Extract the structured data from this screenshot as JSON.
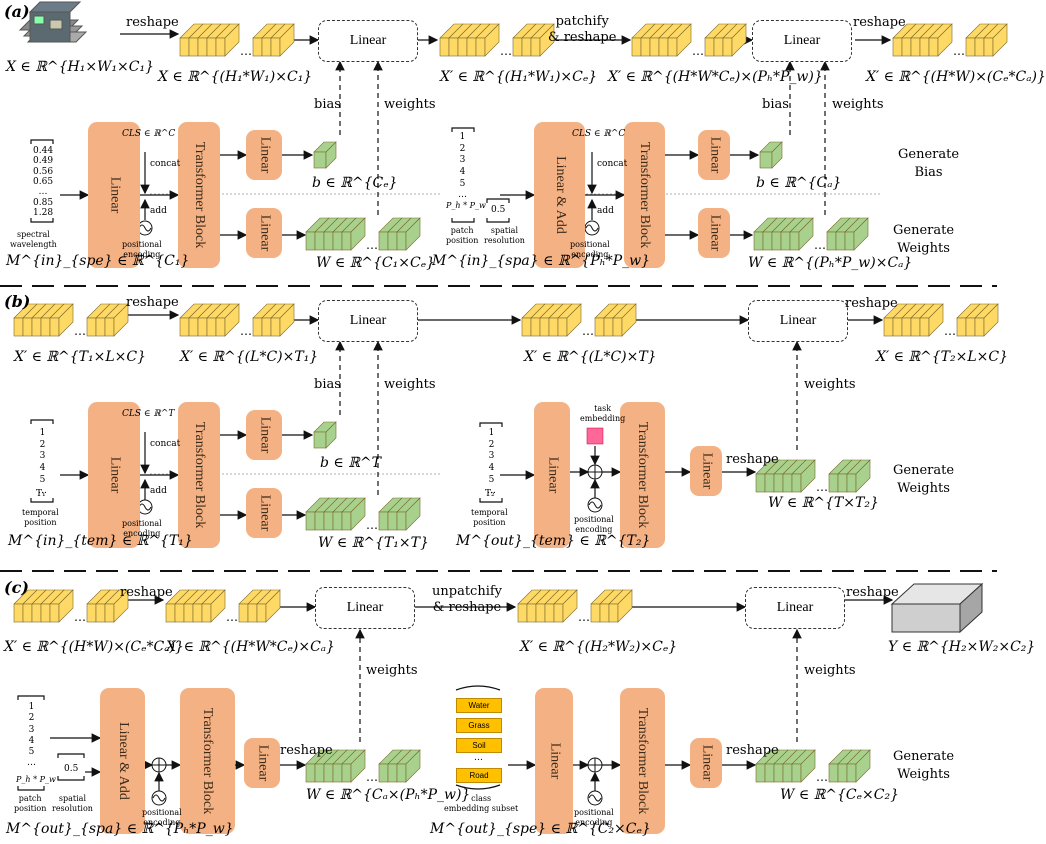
{
  "sections": {
    "a": "(a)",
    "b": "(b)",
    "c": "(c)"
  },
  "blocks": {
    "linear": "Linear",
    "linear_add": "Linear & Add",
    "transformer": "Transformer Block"
  },
  "ops": {
    "reshape": "reshape",
    "patchify": "patchify\n& reshape",
    "unpatchify": "unpatchify\n& reshape",
    "bias": "bias",
    "weights": "weights",
    "concat": "concat",
    "add": "add"
  },
  "gen": {
    "bias": "Generate\nBias",
    "weights": "Generate\nWeights"
  },
  "side": {
    "pos_enc": "positional\nencoding",
    "spectral": "spectral\nwavelength",
    "patch_pos": "patch\nposition",
    "spatial_res": "spatial\nresolution",
    "temporal": "temporal\nposition",
    "task": "task\nembedding",
    "class_sub": "class\nembedding subset"
  },
  "cls_a": "CLS ∈ ℝ^C",
  "cls_b": "CLS ∈ ℝ^T",
  "wave_list": [
    "0.44",
    "0.49",
    "0.56",
    "0.65",
    "…",
    "0.85",
    "1.28"
  ],
  "seq5": [
    "1",
    "2",
    "3",
    "4",
    "5",
    "…"
  ],
  "patch_end": "P_h * P_w",
  "t1": "T₁",
  "t2": "T₂",
  "res": "0.5",
  "classes": [
    "Water",
    "Grass",
    "Soil",
    "…",
    "Road"
  ],
  "math": {
    "a_x1": "X ∈ ℝ^{H₁×W₁×C₁}",
    "a_x2": "X ∈ ℝ^{(H₁*W₁)×C₁}",
    "a_x3": "X′ ∈ ℝ^{(H₁*W₁)×Cₑ}",
    "a_x4": "X′ ∈ ℝ^{(H*W*Cₑ)×(Pₕ*P_w)}",
    "a_x5": "X′ ∈ ℝ^{(H*W)×(Cₑ*Cₐ)}",
    "a_b1": "b ∈ ℝ^{Cₑ}",
    "a_w1": "W ∈ ℝ^{C₁×Cₑ}",
    "a_m1": "M^{in}_{spe} ∈ ℝ^{C₁}",
    "a_b2": "b ∈ ℝ^{Cₐ}",
    "a_w2": "W ∈ ℝ^{(Pₕ*P_w)×Cₐ}",
    "a_m2": "M^{in}_{spa} ∈ ℝ^{Pₕ*P_w}",
    "b_x1": "X′ ∈ ℝ^{T₁×L×C}",
    "b_x2": "X′ ∈ ℝ^{(L*C)×T₁}",
    "b_x3": "X′ ∈ ℝ^{(L*C)×T}",
    "b_x4": "X′ ∈ ℝ^{T₂×L×C}",
    "b_b1": "b ∈ ℝ^T",
    "b_w1": "W ∈ ℝ^{T₁×T}",
    "b_m1": "M^{in}_{tem} ∈ ℝ^{T₁}",
    "b_w2": "W ∈ ℝ^{T×T₂}",
    "b_m2": "M^{out}_{tem} ∈ ℝ^{T₂}",
    "c_x1": "X′ ∈ ℝ^{(H*W)×(Cₑ*Cₐ)}",
    "c_x2": "X′ ∈ ℝ^{(H*W*Cₑ)×Cₐ}",
    "c_x3": "X′ ∈ ℝ^{(H₂*W₂)×Cₑ}",
    "c_y": "Y ∈ ℝ^{H₂×W₂×C₂}",
    "c_w1": "W ∈ ℝ^{Cₐ×(Pₕ*P_w)}",
    "c_m1": "M^{out}_{spa} ∈ ℝ^{Pₕ*P_w}",
    "c_w2": "W ∈ ℝ^{Cₑ×C₂}",
    "c_m2": "M^{out}_{spe} ∈ ℝ^{C₂×Cₑ}"
  },
  "colors": {
    "block": "#f4b183",
    "yellow": "#ffd966",
    "green": "#a9d18e",
    "task": "#ff6699",
    "out": "#d9d9d9"
  }
}
